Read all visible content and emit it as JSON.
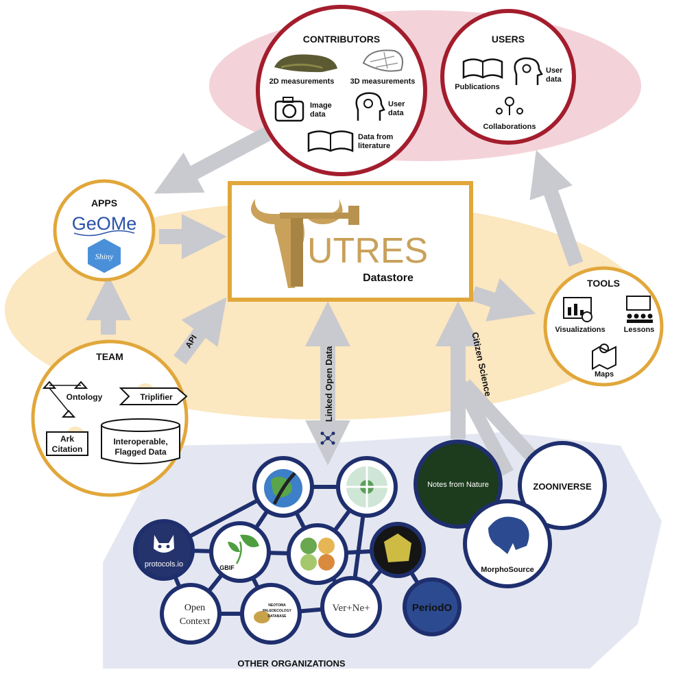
{
  "colors": {
    "pink_band": "#f3d3d9",
    "tan_band": "#fbe7c0",
    "lavender_area": "#e4e7f1",
    "red_ring": "#a31d2d",
    "gold_ring": "#e1a73a",
    "navy": "#1f2f6e",
    "arrow_grey": "#c9cacf",
    "futres_gold": "#c9a15b",
    "api_orange": "#e1a73a"
  },
  "contributors": {
    "title": "CONTRIBUTORS",
    "m2d": "2D measurements",
    "m3d": "3D measurements",
    "image1": "Image",
    "image2": "data",
    "user1": "User",
    "user2": "data",
    "lit1": "Data from",
    "lit2": "literature"
  },
  "users": {
    "title": "USERS",
    "publications": "Publications",
    "user1": "User",
    "user2": "data",
    "collaborations": "Collaborations"
  },
  "apps": {
    "title": "APPS",
    "geome": "GeOMe",
    "shiny": "Shiny"
  },
  "datastore": {
    "wordmark": "UTRES",
    "subtitle": "Datastore"
  },
  "tools": {
    "title": "TOOLS",
    "visualizations": "Visualizations",
    "lessons": "Lessons",
    "maps": "Maps"
  },
  "team": {
    "title": "TEAM",
    "ontology": "Ontology",
    "triplifier": "Triplifier",
    "ark1": "Ark",
    "ark2": "Citation",
    "interop1": "Interoperable,",
    "interop2": "Flagged Data"
  },
  "flows": {
    "api": "API",
    "linked_open_data": "Linked Open Data",
    "citizen_science": "Citizen Science"
  },
  "orgs": {
    "title": "OTHER ORGANIZATIONS",
    "protocols": "protocols.io",
    "gbif": "GBIF",
    "open1": "Open",
    "open2": "Context",
    "neotoma1": "NEOTOMA",
    "neotoma2": "PALEOECOLOGY",
    "neotoma3": "DATABASE",
    "vertnet": "Ver+Ne+",
    "periodo": "PeriodO",
    "notes": "Notes from Nature",
    "zooniverse": "ZOONIVERSE",
    "morphosource": "MorphoSource"
  }
}
